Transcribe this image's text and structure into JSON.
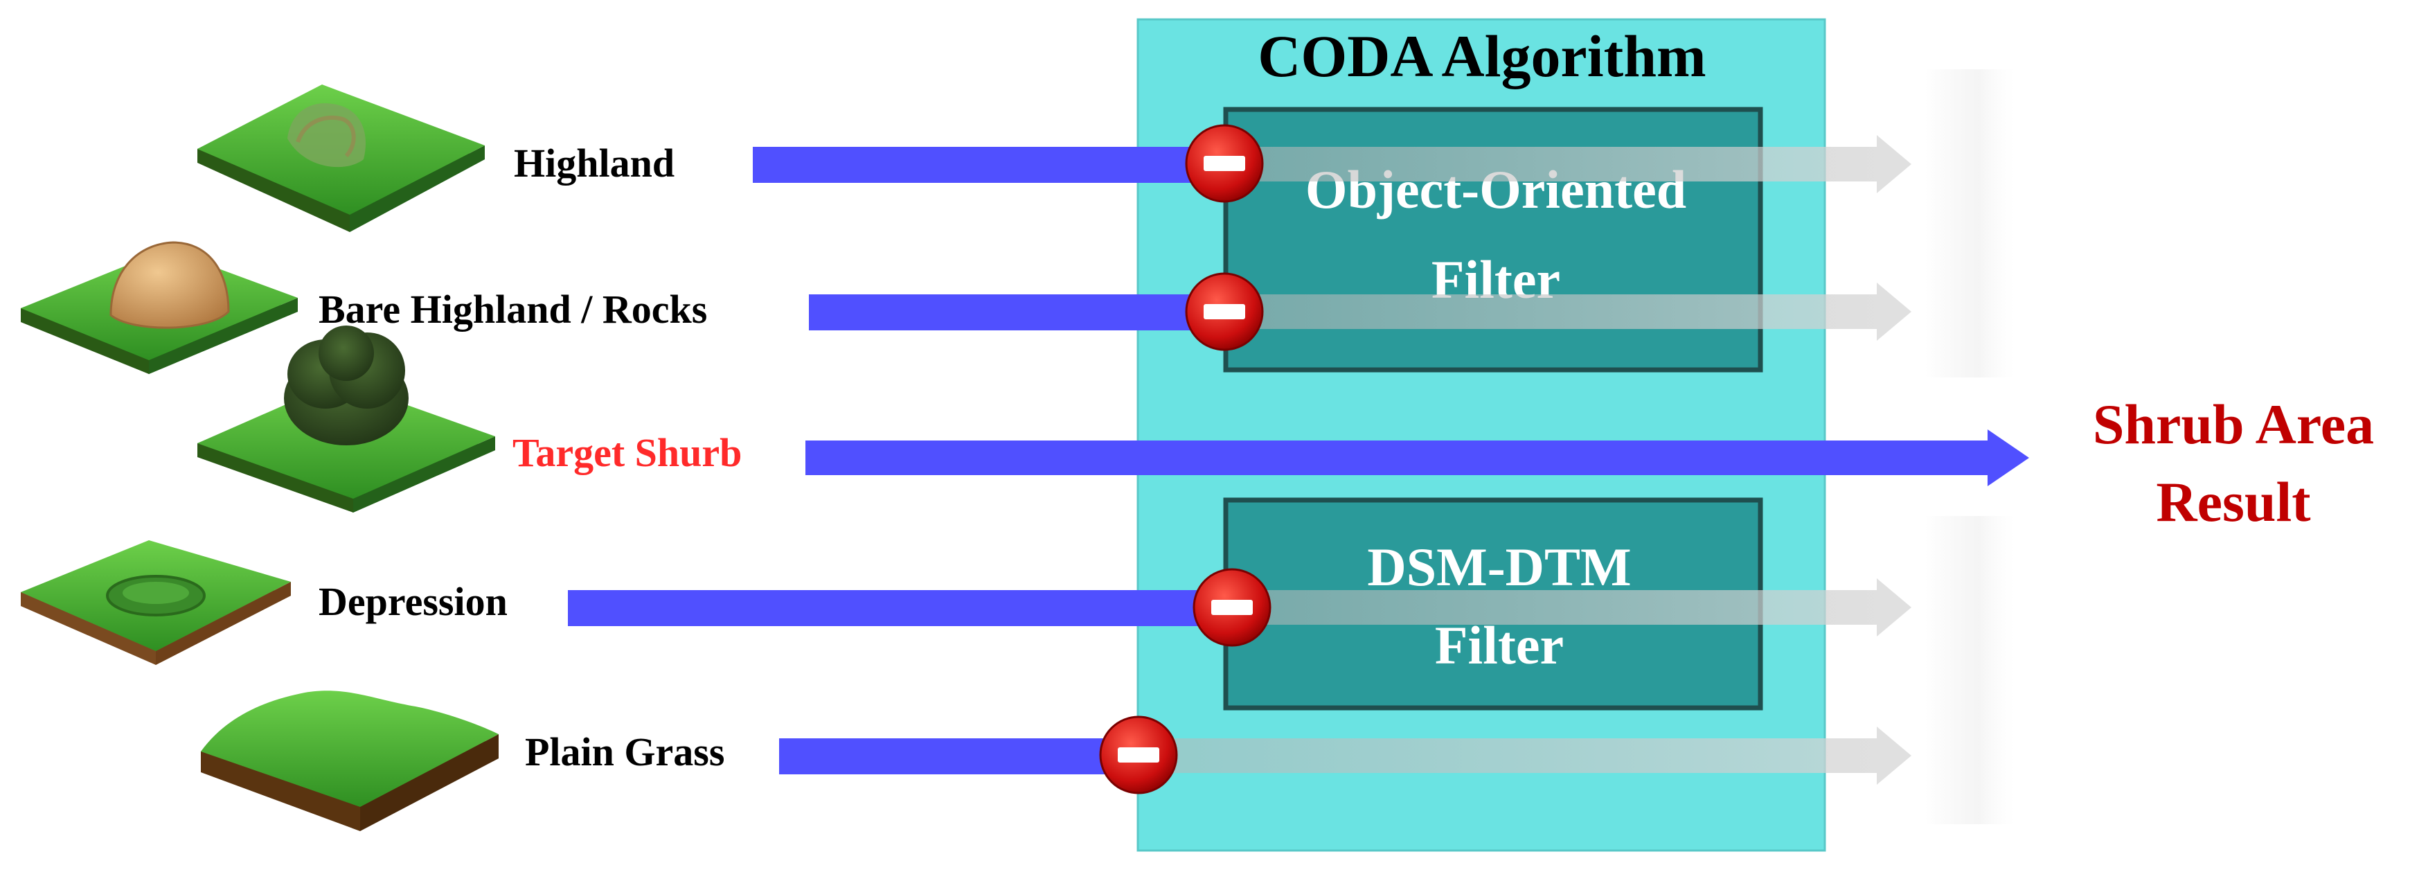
{
  "algorithm": {
    "title": "CODA Algorithm",
    "box_color": "#6ae3e2",
    "filter_color": "#2a9a9a"
  },
  "filters": [
    {
      "line1": "Object-Oriented",
      "line2": "Filter"
    },
    {
      "line1": "DSM-DTM",
      "line2": "Filter"
    }
  ],
  "inputs": [
    {
      "label": "Highland",
      "icon": "highland-tile-icon",
      "removed": true
    },
    {
      "label": "Bare Highland / Rocks",
      "icon": "rock-tile-icon",
      "removed": true
    },
    {
      "label": "Target Shurb",
      "icon": "shrub-tile-icon",
      "removed": false,
      "label_color": "#ff2a2a"
    },
    {
      "label": "Depression",
      "icon": "depression-tile-icon",
      "removed": true
    },
    {
      "label": "Plain Grass",
      "icon": "grass-tile-icon",
      "removed": true
    }
  ],
  "result": {
    "line1": "Shrub Area",
    "line2": "Result",
    "color": "#c00000"
  },
  "colors": {
    "arrow": "#5050ff",
    "faded_arrow": "#c8c8c8",
    "block_icon": "#d01010",
    "grass": "#3fae2c",
    "soil": "#8b5a2b"
  }
}
